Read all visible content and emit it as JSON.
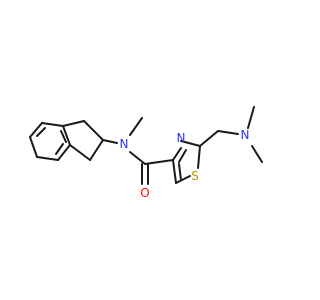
{
  "molecule": {
    "atoms": [
      {
        "id": "N_amide",
        "label": "N",
        "color": "#3030ff"
      },
      {
        "id": "O",
        "label": "O",
        "color": "#ff0d0d"
      },
      {
        "id": "N_thz",
        "label": "N",
        "color": "#3030ff"
      },
      {
        "id": "S",
        "label": "S",
        "color": "#b8a000"
      },
      {
        "id": "N_amine",
        "label": "N",
        "color": "#3030ff"
      }
    ],
    "bond_color": "#1a1a1a",
    "background": "#ffffff"
  }
}
